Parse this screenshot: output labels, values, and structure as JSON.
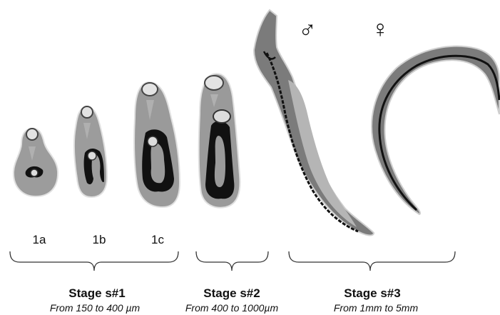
{
  "substages": [
    {
      "id": "1a",
      "label": "1a"
    },
    {
      "id": "1b",
      "label": "1b"
    },
    {
      "id": "1c",
      "label": "1c"
    }
  ],
  "stages": [
    {
      "title": "Stage s#1",
      "range": "From 150 to 400 µm"
    },
    {
      "title": "Stage s#2",
      "range": "From 400 to 1000µm"
    },
    {
      "title": "Stage s#3",
      "range": "From 1mm to 5mm"
    }
  ],
  "sex_symbols": {
    "male": "♂",
    "female": "♀"
  },
  "colors": {
    "body_gray": "#9b9b9b",
    "body_dark": "#7d7d7d",
    "gut_black": "#111111",
    "sucker_light": "#e6e6e6",
    "worm_light": "#b8b8b8"
  }
}
